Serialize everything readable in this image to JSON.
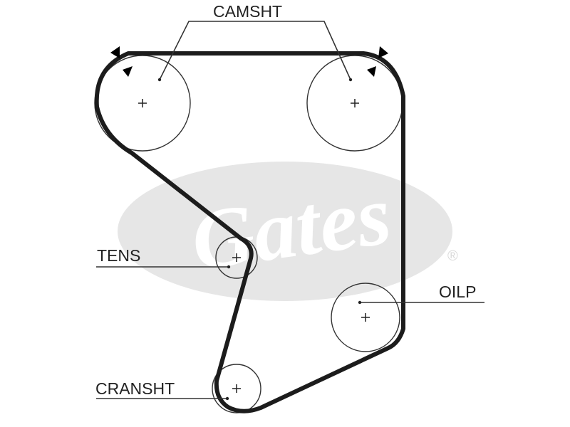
{
  "watermark": {
    "brand": "Gates",
    "registered_mark": "®"
  },
  "labels": {
    "camshaft": "CAMSHT",
    "tensioner": "TENS",
    "oil_pump": "OILP",
    "crankshaft": "CRANSHT"
  },
  "colors": {
    "belt": "#1c1c1c",
    "watermark": "#e6e6e6",
    "line": "#333333"
  },
  "icons": {
    "timing_marks": "black-triangle-markers",
    "pulley_centers": "plus-crosshair"
  }
}
